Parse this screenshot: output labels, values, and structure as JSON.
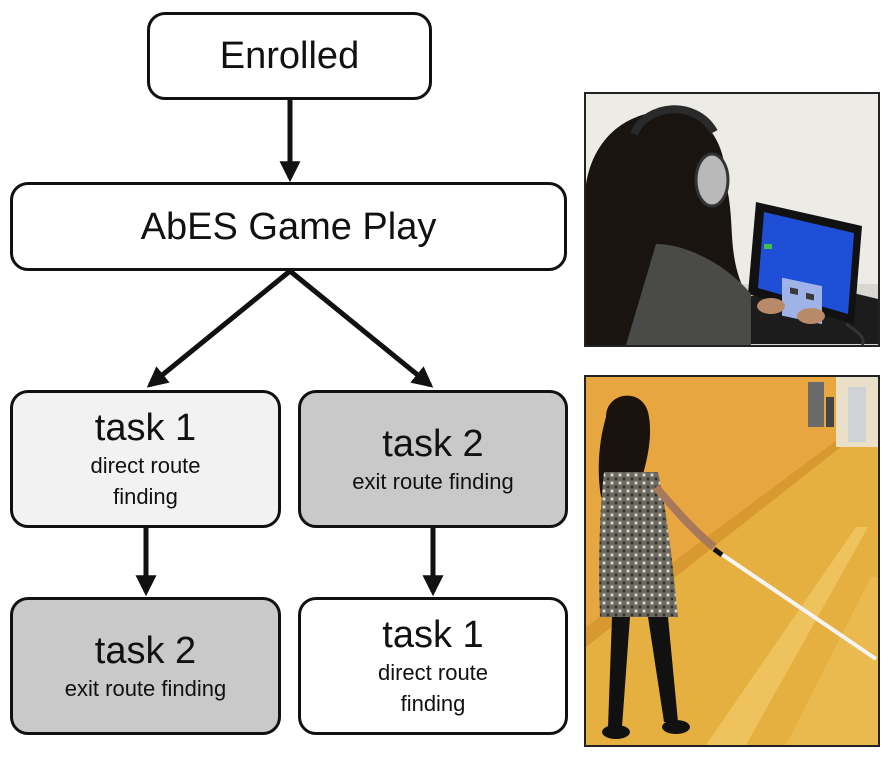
{
  "flow": {
    "enrolled": "Enrolled",
    "game_play": "AbES Game Play",
    "left_first": {
      "title": "task 1",
      "line1": "direct route",
      "line2": "finding"
    },
    "right_first": {
      "title": "task 2",
      "line1": "exit route finding"
    },
    "left_second": {
      "title": "task 2",
      "line1": "exit route finding"
    },
    "right_second": {
      "title": "task 1",
      "line1": "direct route",
      "line2": "finding"
    }
  },
  "photos": {
    "top": "photo-laptop-headphones",
    "bottom": "photo-hallway-white-cane"
  },
  "colors": {
    "border": "#111111",
    "box_white": "#ffffff",
    "box_light": "#f2f2f2",
    "box_dark": "#c9c9c9",
    "hall_wall": "#e8a640",
    "screen_blue": "#1e4fd6"
  }
}
